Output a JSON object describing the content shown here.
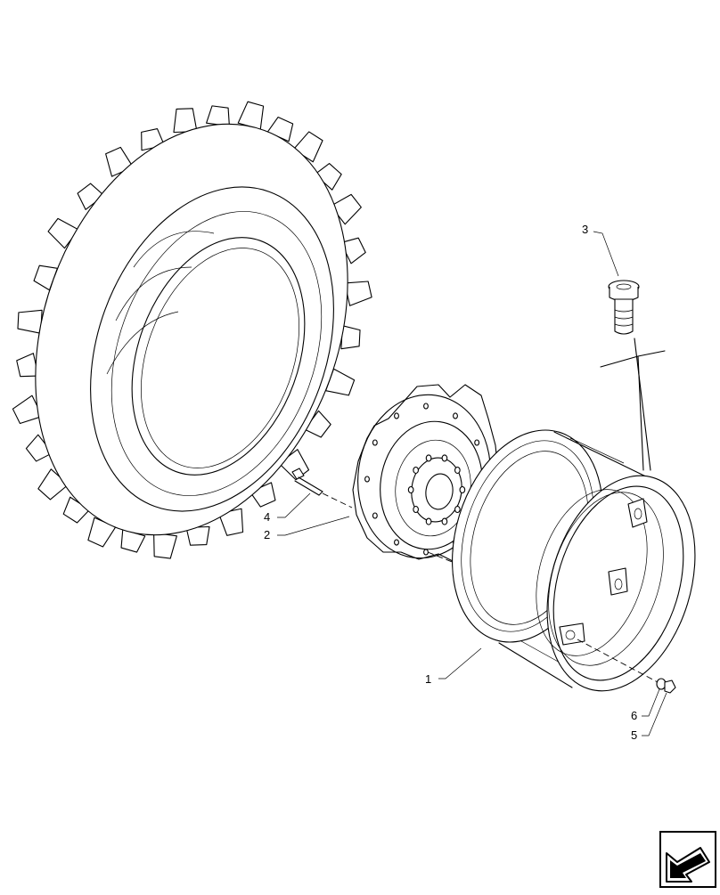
{
  "callouts": [
    {
      "id": "tire",
      "label": ""
    },
    {
      "id": "rim",
      "label": "1"
    },
    {
      "id": "center-disc",
      "label": "2"
    },
    {
      "id": "valve",
      "label": "3"
    },
    {
      "id": "bolt",
      "label": "4"
    },
    {
      "id": "nut",
      "label": "5"
    },
    {
      "id": "washer",
      "label": "6"
    }
  ],
  "nav": {
    "icon": "back-arrow-icon"
  }
}
